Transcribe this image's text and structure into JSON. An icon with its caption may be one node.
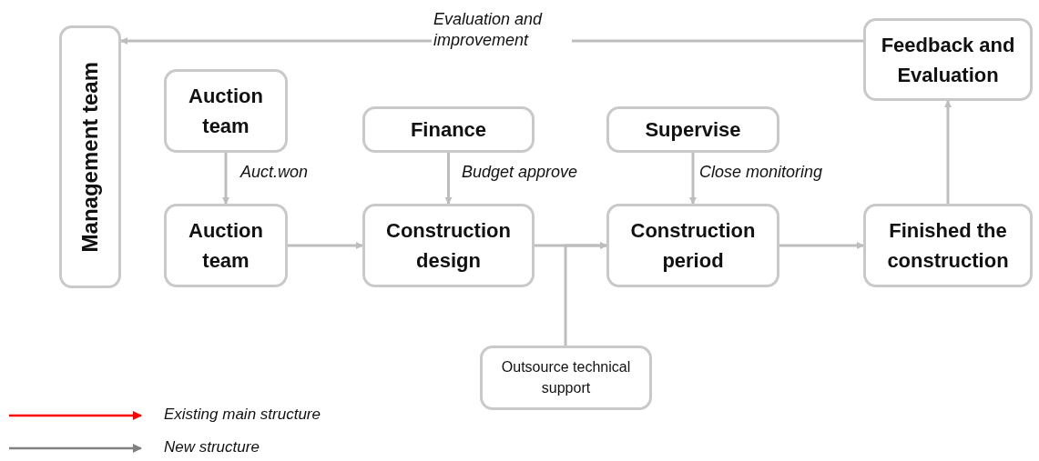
{
  "diagram": {
    "nodes": [
      {
        "text": [
          "Management team"
        ]
      },
      {
        "text": [
          "Auction team"
        ]
      },
      {
        "text": [
          "Auction team"
        ]
      },
      {
        "text": [
          "Finance"
        ]
      },
      {
        "text": [
          "Construction design"
        ]
      },
      {
        "text": [
          "Supervise"
        ]
      },
      {
        "text": [
          "Construction period"
        ]
      },
      {
        "text": [
          "Outsource technical support"
        ]
      },
      {
        "text": [
          "Feedback and Evaluation"
        ]
      },
      {
        "text": [
          "Finished the construction"
        ]
      }
    ],
    "edges": [
      {
        "from": 1,
        "to": 2,
        "arrow": "to",
        "label": "Auct.won"
      },
      {
        "from": 2,
        "to": 4,
        "arrow": "to"
      },
      {
        "from": 3,
        "to": 4,
        "arrow": "to",
        "label": "Budget approve"
      },
      {
        "from": 4,
        "to": 6,
        "arrow": "to"
      },
      {
        "from": 7,
        "to": 6,
        "arrow": "to"
      },
      {
        "from": 5,
        "to": 6,
        "arrow": "to",
        "label": "Close monitoring"
      },
      {
        "from": 6,
        "to": 9,
        "arrow": "to"
      },
      {
        "from": 9,
        "to": 8,
        "arrow": "to"
      },
      {
        "from": 8,
        "to": 0,
        "arrow": "to",
        "label": "Evaluation and improvement"
      }
    ],
    "legend": [
      {
        "text": "Existing main structure"
      },
      {
        "text": "New structure"
      }
    ]
  }
}
